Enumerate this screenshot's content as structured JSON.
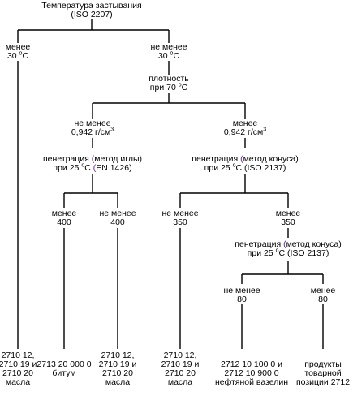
{
  "nodes": {
    "root": [
      "Температура застывания",
      "(ISO 2207)"
    ],
    "lt30": [
      "менее",
      "30 °C"
    ],
    "ge30": [
      "не менее",
      "30 °C"
    ],
    "density": [
      "плотность",
      "при 70 °C"
    ],
    "ge0942": [
      "не менее",
      "0,942 г/см³"
    ],
    "lt0942": [
      "менее",
      "0,942 г/см³"
    ],
    "pen_needle": [
      "пенетрация (метод иглы)",
      "при 25 °C (EN 1426)"
    ],
    "pen_cone_1": [
      "пенетрация (метод конуса)",
      "при 25 °C (ISO 2137)"
    ],
    "needle_lt400": [
      "менее",
      "400"
    ],
    "needle_ge400": [
      "не менее",
      "400"
    ],
    "cone_ge350": [
      "не менее",
      "350"
    ],
    "cone_lt350": [
      "менее",
      "350"
    ],
    "pen_cone_2": [
      "пенетрация (метод конуса)",
      "при 25 °C (ISO 2137)"
    ],
    "cone2_ge80": [
      "не менее",
      "80"
    ],
    "cone2_lt80": [
      "менее",
      "80"
    ]
  },
  "leaves": {
    "leaf1": [
      "2710 12,",
      "2710 19 и",
      "2710 20",
      "масла"
    ],
    "leaf2": [
      "2713 20 000 0",
      "битум"
    ],
    "leaf3": [
      "2710 12,",
      "2710 19 и",
      "2710 20",
      "масла"
    ],
    "leaf4": [
      "2710 12,",
      "2710 19 и",
      "2710 20",
      "масла"
    ],
    "leaf5": [
      "2712 10 100 0 и",
      "2712 10 900 0",
      "нефтяной вазелин"
    ],
    "leaf6": [
      "продукты",
      "товарной",
      "позиции 2712"
    ]
  }
}
